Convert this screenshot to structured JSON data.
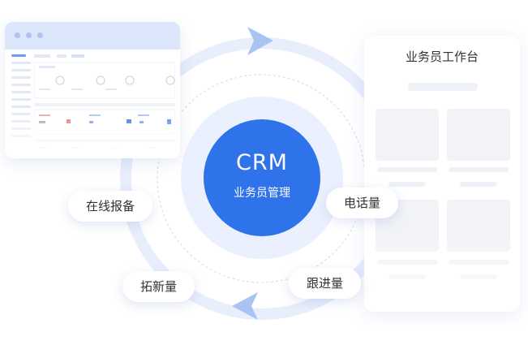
{
  "phone": {
    "title": "业务员工作台"
  },
  "core": {
    "title": "CRM",
    "subtitle": "业务员管理"
  },
  "labels": {
    "phone_volume": "电话量",
    "online_report": "在线报备",
    "follow_volume": "跟进量",
    "new_volume": "拓新量"
  },
  "colors": {
    "accent": "#2f73eb",
    "ring": "#e6edfb",
    "arrow": "#a9c4f3"
  }
}
